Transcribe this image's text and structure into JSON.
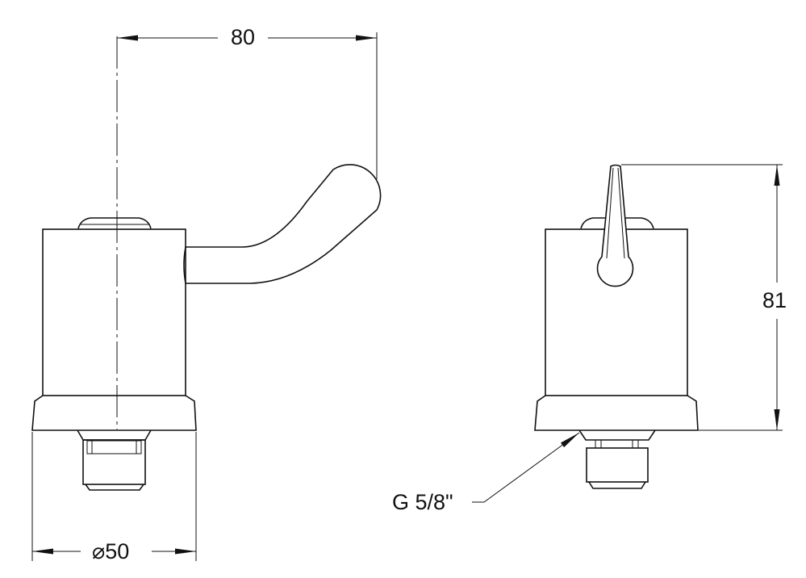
{
  "dimensions": {
    "handle_reach": "80",
    "height": "81",
    "base_diameter": "50",
    "diameter_symbol": "⌀",
    "thread": "G 5/8\""
  }
}
